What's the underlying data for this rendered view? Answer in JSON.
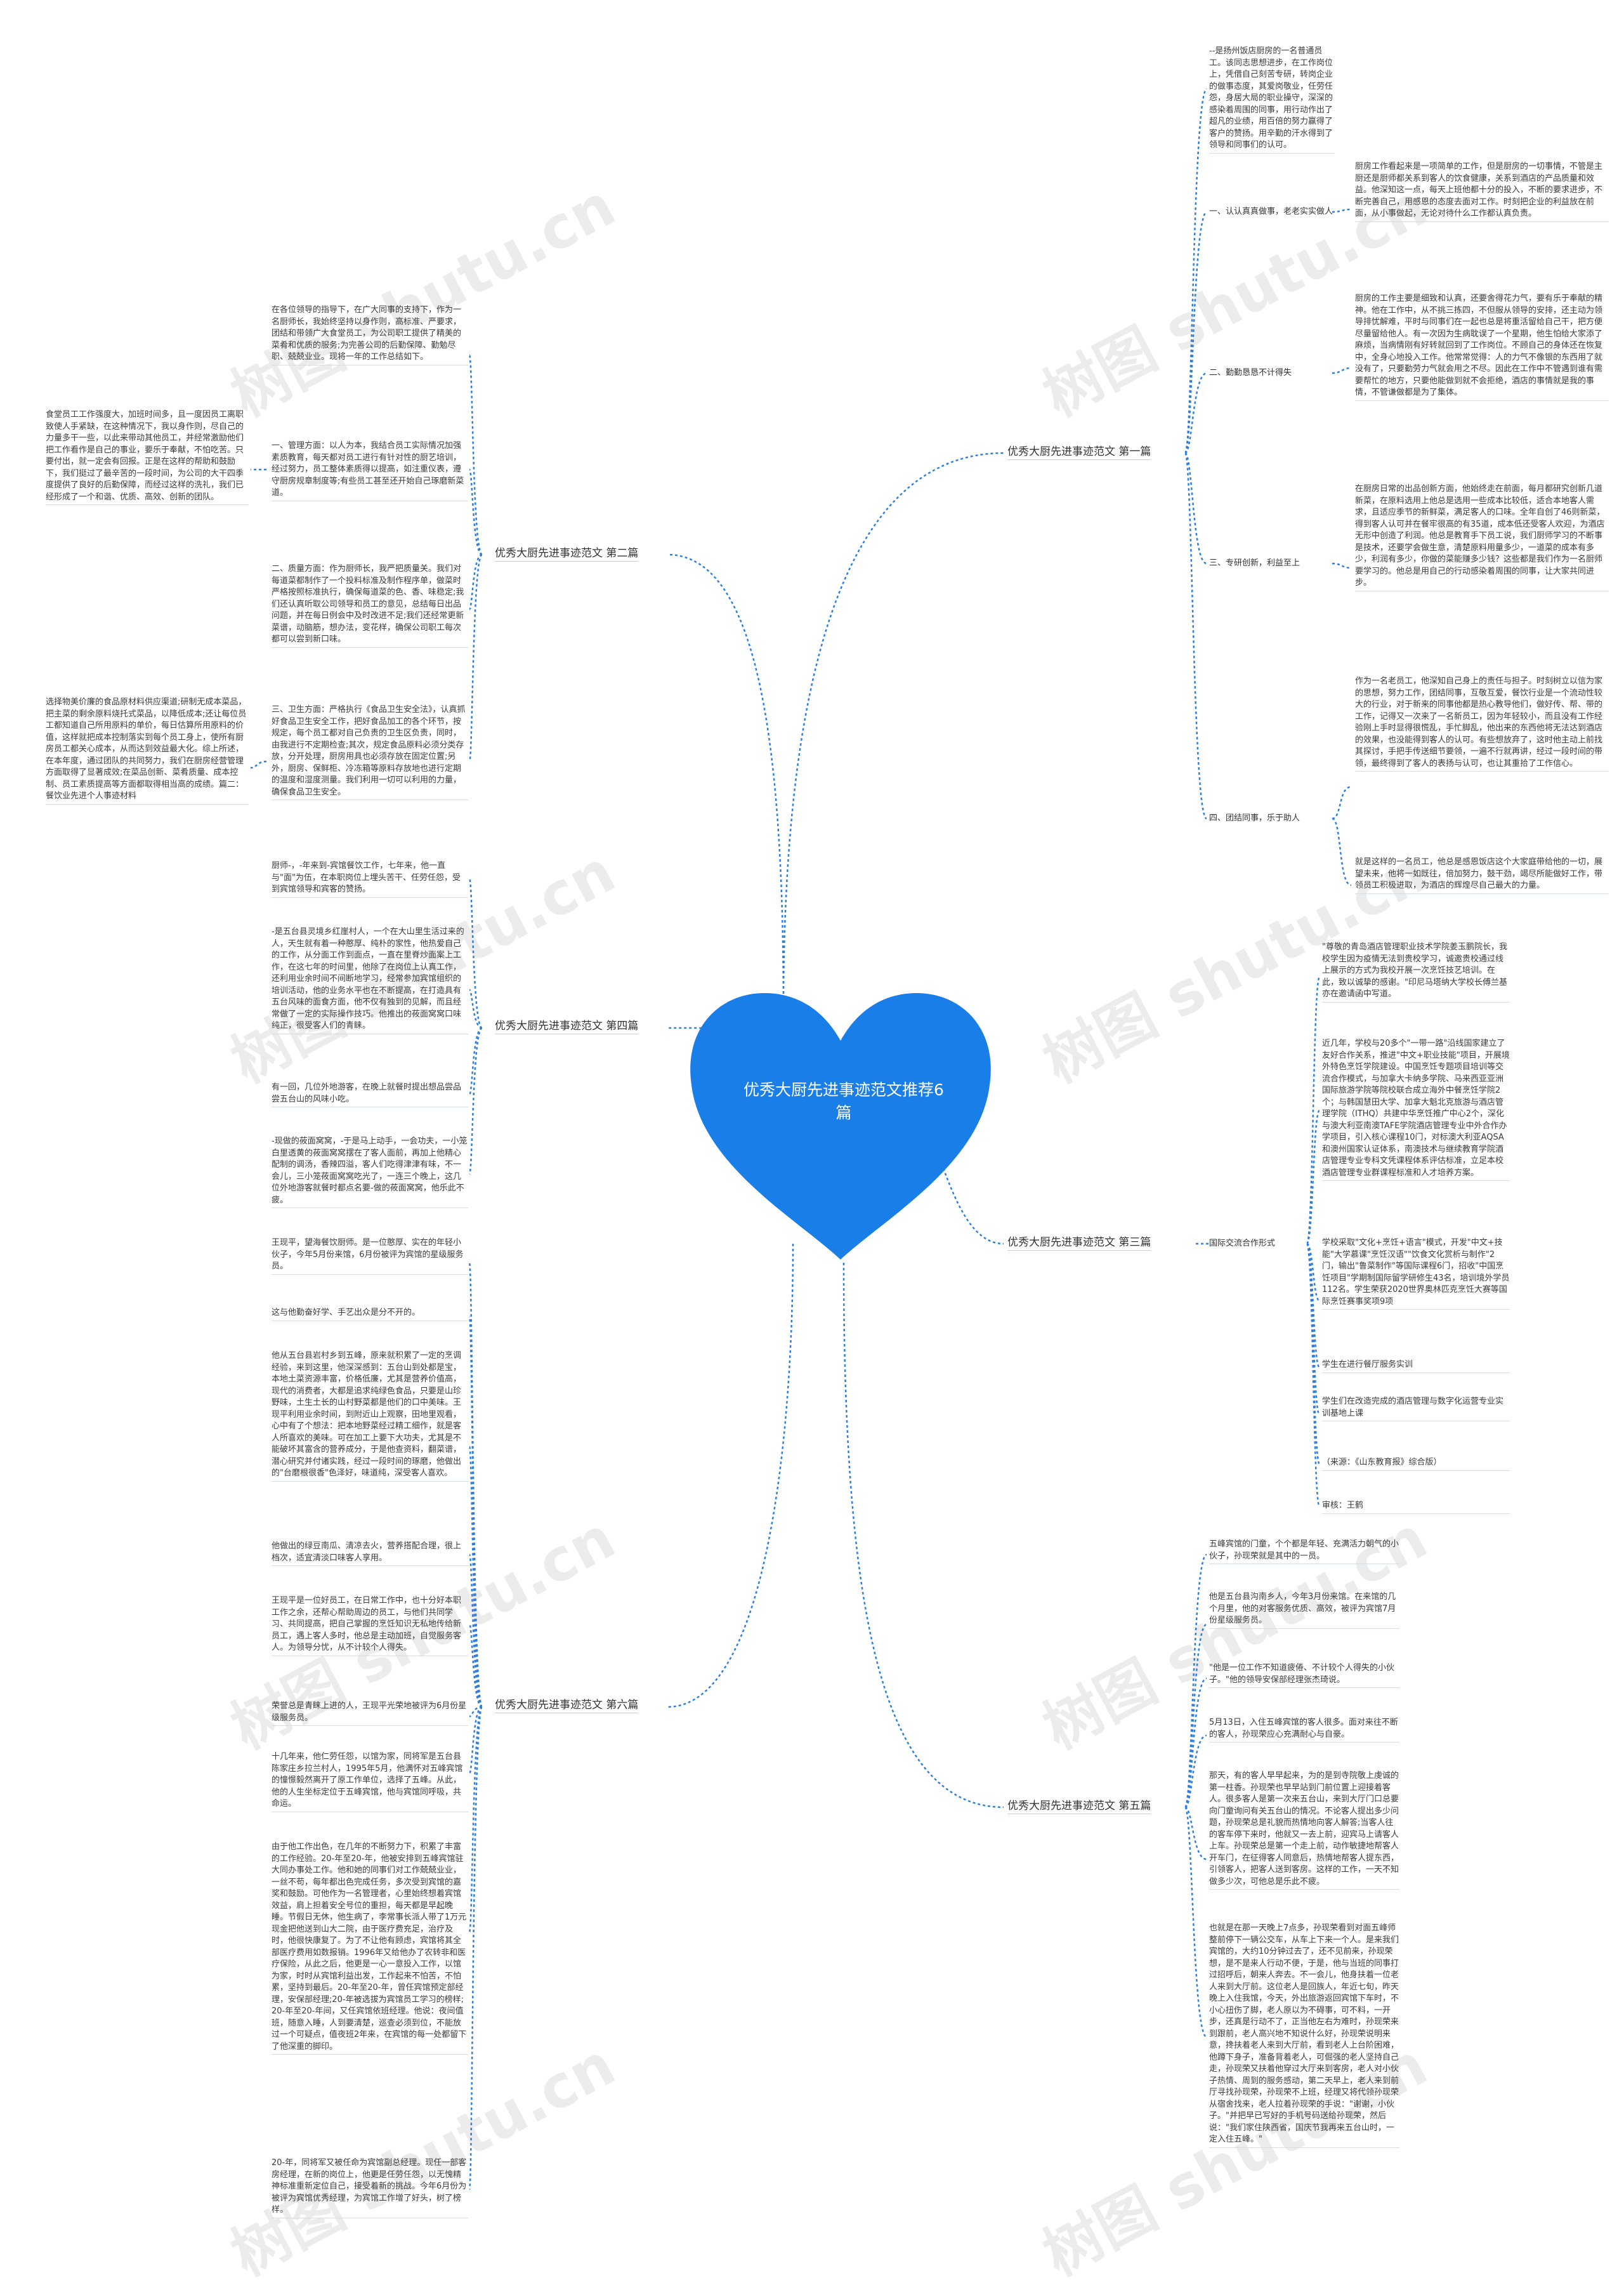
{
  "root": {
    "title": "优秀大厨先进事迹范文推荐6篇",
    "color": "#1a7ee8"
  },
  "watermark": "树图 shutu.cn",
  "branches": {
    "b1": {
      "label": "优秀大厨先进事迹范文 第一篇",
      "intro": "--是扬州饭店厨房的一名普通员工。该同志思想进步，在工作岗位上，凭借自己刻苦专研，转岗企业的做事态度，其爱岗敬业，任劳任怨，身居大局的职业操守，深深的感染着周围的同事，用行动作出了超凡的业绩，用百倍的努力赢得了客户的赞扬。用辛勤的汗水得到了领导和同事们的认可。",
      "s1": "一、认认真真做事，老老实实做人",
      "s1_text": "厨房工作看起来是一项简单的工作，但是厨房的一切事情，不管是主厨还是厨师都关系到客人的饮食健康，关系到酒店的产品质量和效益。他深知这一点，每天上班他都十分的投入，不断的要求进步，不断完善自己，用感恩的态度去面对工作。时刻把企业的利益放在前面，从小事做起，无论对待什么工作都认真负责。",
      "s2": "二、勤勤恳恳不计得失",
      "s2_text": "厨房的工作主要是细致和认真，还要舍得花力气，要有乐于奉献的精神。他在工作中，从不挑三拣四，不但服从领导的安排，还主动为领导排忧解难，平时与同事们在一起也总是将重活留给自己干，把方便尽量留给他人。有一次因为生病耽误了一个星期，他生怕给大家添了麻烦，当病情刚有好转就回到了工作岗位。不顾自己的身体还在恢复中，全身心地投入工作。他常常觉得：人的力气不像银的东西用了就没有了，只要勤劳力气就会用之不尽。因此在工作中不管遇到谁有需要帮忙的地方，只要他能做到就不会拒绝，酒店的事情就是我的事情，不管谦做都是为了集体。",
      "s3": "三、专研创新，利益至上",
      "s3_text": "在厨房日常的出品创新方面，他始终走在前面，每月都研究创新几道新菜，在原料选用上他总是选用一些成本比较低，适合本地客人需求，且适应季节的新鲜菜，满足客人的口味。全年自创了46则新菜，得到客人认可并在餐牢很高的有35道，成本低还受客人欢迎，为酒店无形中创造了利润。他总是教育手下员工说，我们厨师学习的不断事是技术，还要学会做生意，清楚原料用量多少，一道菜的成本有多少，利润有多少，你做的菜能赚多少钱？这些都是我们作为一名厨师要学习的。他总是用自己的行动感染着周围的同事，让大家共同进步。",
      "s4": "四、团结同事，乐于助人",
      "s4_text": "作为一名老员工，他深知自己身上的责任与担子。时刻树立以信为家的思想，努力工作，团结同事，互敬互爱，餐饮行业是一个流动性较大的行业，对于新来的同事他都是热心教导他们，做好传、帮、带的工作，记得又一次来了一名新员工，因为年轻较小，而且没有工作经验刚上手时显得很慌乱，手忙脚乱，他出来的东西他将无法达到酒店的效果，也没能得到客人的认可。有些想放弃了，这时他主动上前找其探讨，手把手传送细节要领，一遍不行就再讲，经过一段时间的带领，最终得到了客人的表扬与认可，也让其重拾了工作信心。",
      "outro": "就是这样的一名员工，他总是感恩饭店这个大家庭带给他的一切，展望未来，他将一如既往，倍加努力，鼓干劲，竭尽所能做好工作，带领员工积极进取，为酒店的辉煌尽自己最大的力量。"
    },
    "b2": {
      "label": "优秀大厨先进事迹范文 第二篇",
      "p1": "在各位领导的指导下，在广大同事的支持下，作为一名厨师长，我始终坚持以身作则，高标准、严要求，团结和带领广大食堂员工，为公司职工提供了精美的菜肴和优质的服务;为完善公司的后勤保障、勤勉尽职、兢兢业业。现将一年的工作总结如下。",
      "p2": "一、管理方面：以人为本，我结合员工实际情况加强素质教育，每天都对员工进行有针对性的厨艺培训，经过努力，员工整体素质得以提高，如注重仪表，遵守厨房规章制度等;有些员工甚至还开始自己琢磨新菜道。",
      "p3": "二、质量方面：作为厨师长，我严把质量关。我们对每道菜都制作了一个投料标准及制作程序单，做菜时严格按照标准执行，确保每道菜的色、香、味稳定;我们还认真听取公司领导和员工的意见，总结每日出品问题，并在每日例会中及时改进不足;我们还经常更新菜谱，动脑筋，想办法，变花样，确保公司职工每次都可以尝到新口味。",
      "p4": "三、卫生方面：严格执行《食品卫生安全法》，认真抓好食品卫生安全工作，把好食品加工的各个环节，按规定，每个员工都对自己负责的卫生区负责，同时，由我进行不定期检查;其次，规定食品原料必须分类存放，分开处理，厨房用具也必须存放在固定位置;另外，厨房、保鲜柜、冷冻箱等原料存放地也进行定期的温度和湿度测量。我们利用一切可以利用的力量，确保食品卫生安全。",
      "side1": "食堂员工工作强度大，加班时间多，且一度因员工离职致使人手紧缺，在这种情况下，我以身作则，尽自己的力量多干一些，以此来带动其他员工，并经常激励他们把工作看作是自己的事业，要乐于奉献，不怕吃苦。只要付出，就一定会有回报。正是在这样的帮助和鼓励下，我们挺过了最辛苦的一段时间，为公司的大干四季度提供了良好的后勤保障，而经过这样的洗礼，我们已经形成了一个和谐、优质、高效、创新的团队。",
      "side2": "选择物美价廉的食品原材料供应渠道;研制无成本菜品，把主菜的剩余原料烧托式菜品，以降低成本;还让每位员工都知道自己所用原料的单价，每日估算所用原料的价值，这样就把成本控制落实到每个员工身上，使所有厨房员工都关心成本，从而达到效益最大化。综上所述，在本年度，通过团队的共同努力，我们在厨房经营管理方面取得了显著成效;在菜品创新、菜肴质量、成本控制、员工素质提高等方面都取得相当高的成绩。篇二：餐饮业先进个人事迹材料"
    },
    "b3": {
      "label": "优秀大厨先进事迹范文 第三篇",
      "sub": "国际交流合作形式",
      "p1": "\"尊敬的青岛酒店管理职业技术学院姜玉鹏院长，我校学生因为疫情无法到贵校学习，诚邀贵校通过线上展示的方式为我校开展一次烹饪技艺培训。在此，致以诚挚的感谢。\"印尼马塔纳大学校长傅兰基亦在邀请函中写道。",
      "p2": "近几年，学校与20多个\"一带一路\"沿线国家建立了友好合作关系，推进\"中文+职业技能\"项目，开展境外特色烹饪学院建设。中国烹饪专题项目培训等交流合作模式，与加拿大卡纳多学院、马来西亚亚洲国际旅游学院等院校联合成立海外中餐烹饪学院2个；与韩国慧田大学、加拿大魁北克旅游与酒店管理学院（ITHQ）共建中华烹饪推广中心2个，深化与澳大利亚南澳TAFE学院酒店管理专业中外合作办学项目，引入核心课程10门，对标澳大利亚AQSA和澳州国家认证体系，南澳技术与继续教育学院酒店管理专业专科文凭课程体系评估标准，立足本校酒店管理专业群课程标准和人才培养方案。",
      "p3": "学校采取\"文化+烹饪+语言\"模式，开发\"中文+技能\"大学慕课\"烹饪汉语\"\"饮食文化赏析与制作\"2门，输出\"鲁菜制作\"等国际课程6门，招收\"中国烹饪项目\"学期制国际留学研修生43名，培训境外学员112名。学生荣获2020世界奥林匹克烹饪大赛等国际烹饪赛事奖项9项",
      "p4": "学生在进行餐厅服务实训",
      "p5": "学生们在改造完成的酒店管理与数字化运营专业实训基地上课",
      "p6": "（来源：《山东教育报》综合版）",
      "p7": "审核：王鹤"
    },
    "b4": {
      "label": "优秀大厨先进事迹范文 第四篇",
      "p1": "厨师-，-年来到-宾馆餐饮工作，七年来，他一直与\"面\"为伍，在本职岗位上埋头苦干、任劳任怨，受到宾馆领导和宾客的赞扬。",
      "p2": "-是五台县灵境乡红崖村人，一个在大山里生活过来的人，天生就有着一种憨厚、纯朴的家性，他热爱自己的工作，从分面工作到面点，一直在里脊炒面案上工作，在这七年的时间里，他除了在岗位上认真工作，还利用业余时间不间断地学习，经常参加宾馆组织的培训活动，他的业务水平也在不断提高，在打造具有五台风味的面食方面，他不仅有独到的见解，而且经常做了一定的实际操作技巧。他推出的莜面窝窝口味纯正，很受客人们的青睐。",
      "p3": "有一回，几位外地游客，在晚上就餐时提出想品尝品尝五台山的风味小吃。",
      "p4": "-现做的莜面窝窝，-于是马上动手，一会功夫，一小笼白里透黄的莜面窝窝摆在了客人面前，再加上他精心配制的调汤，香辣四溢，客人们吃得津津有味，不一会儿，三小笼莜面窝窝吃光了，一连三个晚上，这几位外地游客就餐时都点名要-做的莜面窝窝，他乐此不疲。"
    },
    "b5": {
      "label": "优秀大厨先进事迹范文 第五篇",
      "p1": "五峰宾馆的门童，个个都是年轻、充满活力朝气的小伙子，孙现荣就是其中的一员。",
      "p2": "他是五台县沟南乡人，今年3月份来馆。在来馆的几个月里，他的对客服务优质、高效，被评为宾馆7月份星级服务员。",
      "p3": "\"他是一位工作不知道疲倦、不计较个人得失的小伙子。\"他的领导安保部经理张杰琦说。",
      "p4": "5月13日，入住五峰宾馆的客人很多。面对来往不断的客人，孙现荣应心充满耐心与自豪。",
      "p5": "那天，有的客人早早起来，为的是到寺院敬上虔诚的第一柱香。孙现荣也早早站到门前位置上迎接着客人。很多客人是第一次来五台山，来到大厅门口总要向门童询问有关五台山的情况。不论客人提出多少问题，孙现荣总是礼貌而热情地向客人解答;当客人往的客车停下来时，他就又一去上前，迎宾马上请客人上车。孙现荣总是第一个走上前，动作敏捷地帮客人开车门，在征得客人同意后，热情地帮客人提东西，引领客人，把客人送到客房。这样的工作，一天不知做多少次，可他总是乐此不疲。",
      "p6": "也就是在那一天晚上7点多，孙现荣看到对面五峰师整前停下一辆公交车，从车上下来一个人。是来我们宾馆的，大约10分钟过去了，还不见前来，孙现荣想，是不是来人行动不便，于是，他与当班的同事打过招呼后，朝来人奔去。不一会儿，他身扶着一位老人来到大厅前。这位老人是回族人，年近七旬，昨天晚上入住我馆，今天，外出旅游返回宾馆下车时，不小心扭伤了脚，老人原以为不碍事，可不料，一开步，还真是行动不了，正当他左右为难时，孙现荣来到跟前，老人高兴地不知说什么好，孙现荣说明来意，搀扶着老人来到大厅前，看到老人上台阶困难，他蹲下身子，准备背着老人，可倔强的老人坚持自己走，孙现荣又扶着他穿过大厅来到客房，老人对小伙子热情、周到的服务感动，第二天早上，老人来到前厅寻找孙现荣，孙现荣不上班，经理又将代领孙现荣从宿舍找来，老人拉着孙现荣的手说：\"谢谢，小伙子。\"并把早已写好的手机号码送给孙现荣，然后说：\"我们家住陕西省，国庆节我再来五台山时，一定入住五峰。\""
    },
    "b6": {
      "label": "优秀大厨先进事迹范文 第六篇",
      "p1": "王现平，望海餐饮厨师。是一位憨厚、实在的年轻小伙子，今年5月份来馆，6月份被评为宾馆的星级服务员。",
      "p2": "这与他勤奋好学、手艺出众是分不开的。",
      "p3": "他从五台县岩村乡到五峰，原来就积累了一定的烹调经验，来到这里，他深深感到：五台山到处都是宝，本地土菜资源丰富，价格低廉，尤其是营养价值高，现代的消费者，大都是追求纯绿色食品，只要是山珍野味，土生土长的山村野菜都是他们的口中美味。王现平利用业余时间，到附近山上观察，田地里观看，心中有了个想法：把本地野菜经过精工细作，就是客人所喜欢的美味。可在加工上要下大功夫，尤其是不能破坏其富含的营养成分，于是他查资料，翻菜谱，潜心研究并付诸实践，经过一段时间的琢磨，他做出的\"台磨根很香\"色泽好，味道纯，深受客人喜欢。",
      "p4": "他做出的绿豆南瓜、清凉去火，营养搭配合理，很上档次，适宜清淡口味客人享用。",
      "p5": "王现平是一位好员工，在日常工作中，也十分好本职工作之余，还帮心帮助周边的员工，与他们共同学习、共同提高，把自己掌握的烹饪知识无私地传给新员工，遇上客人多时，他总是主动加班，自觉服务客人。为领导分忧，从不计较个人得失。",
      "p6": "荣誉总是青睐上进的人，王现平光荣地被评为6月份星级服务员。",
      "p7": "十几年来，他仁劳任怨，以馆为家，同将军是五台县陈家庄乡拉兰村人，1995年5月，他满怀对五峰宾馆的憧憬毅然离开了原工作单位，选择了五峰。从此，他的人生坐标定位于五峰宾馆，他与宾馆同呼吸，共命运。",
      "p8": "由于他工作出色，在几年的不断努力下，积累了丰富的工作经验。20-年至20-年，他被安排到五峰宾馆驻大同办事处工作。他和她的同事们对工作兢兢业业，一丝不苟，每年都出色完成任务，多次受到宾馆的嘉奖和鼓励。可他作为一名管理者，心里始终想着宾馆效益，肩上担着安全号位的重担，每天都是早起晚睡。节假日无休，他生病了，李常事长派人带了1万元现金把他送到山大二院，由于医疗费充足，治疗及时，他很快康复了。为了不让他有顾虑，宾馆将其全部医疗费用如数报销。1996年又给他办了农转非和医疗保险，从此之后，他更是一心一意投入工作，以馆为家，时时从宾馆利益出发，工作起来不怕苦，不怕累，坚持到最后。20-年至20-年，曾任宾馆预定部经理，安保部经理;20-年被选拔为宾馆员工学习的榜样;20-年至20-年间，又任宾馆依班经理。他说：夜间值班，随意入睡，人到要清楚，巡查必须到位，不能放过一个可疑点，值夜班2年来，在宾馆的每一处都留下了他深重的脚印。",
      "p9": "20-年，同将军又被任命为宾馆副总经理。现任一部客房经理，在新的岗位上，他更是任劳任怨，以无愧精神标准重新定位自己，接受着新的挑战。今年6月份为被评为宾馆优秀经理，为宾馆工作增了好头，树了榜样。"
    }
  }
}
